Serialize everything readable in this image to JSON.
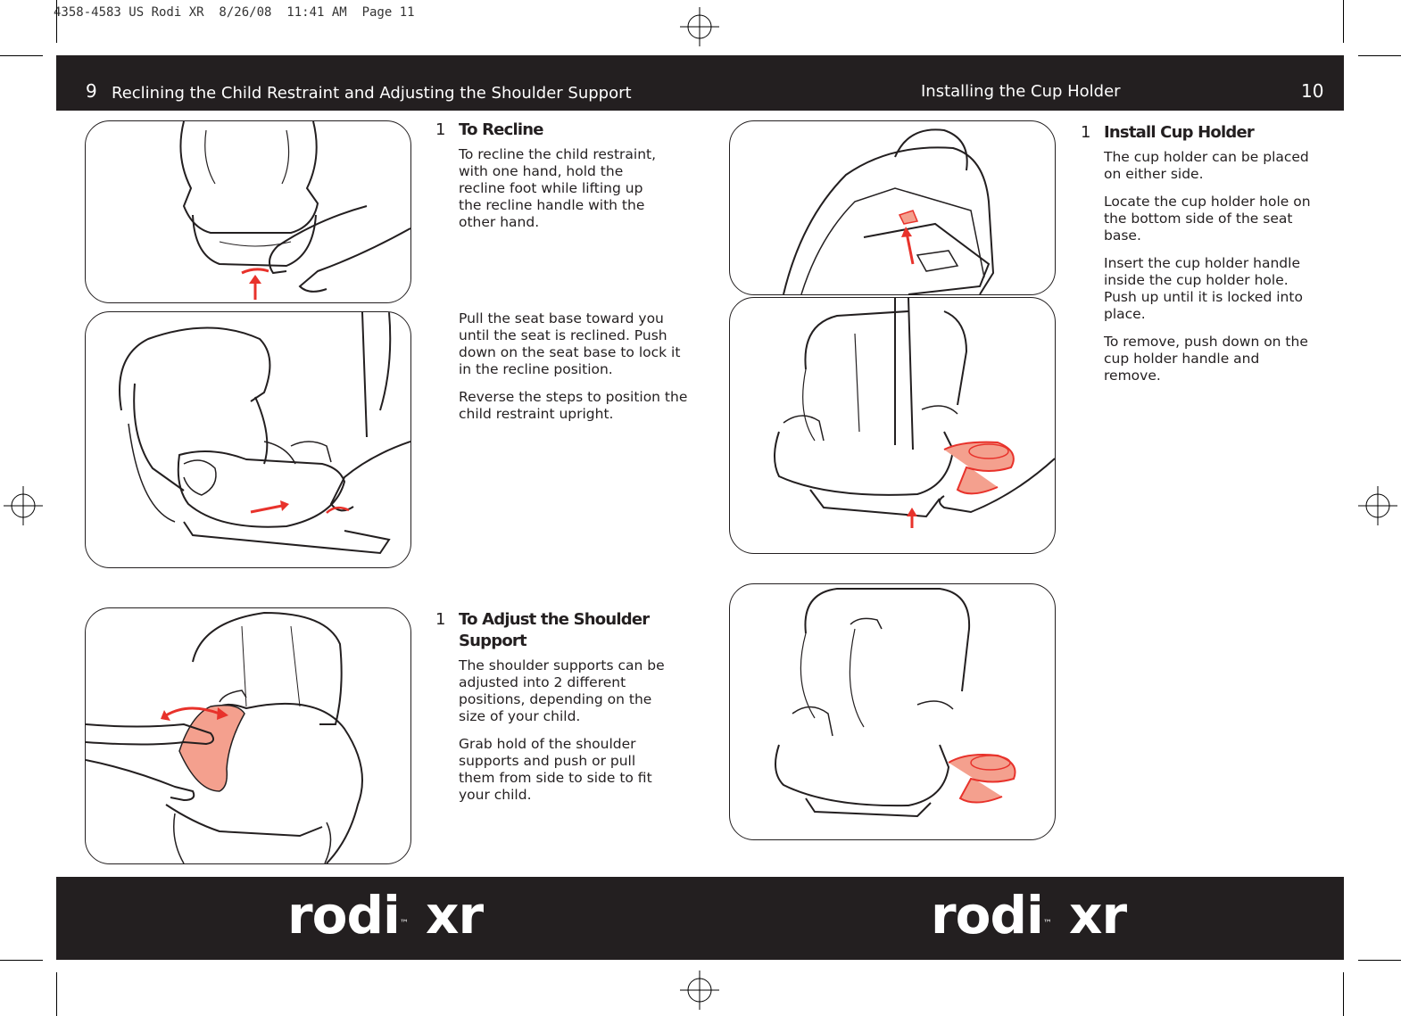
{
  "slug": "4358-4583 US Rodi XR  8/26/08  11:41 AM  Page 11",
  "left_page": {
    "number": "9",
    "header": "Reclining the Child Restraint and Adjusting the Shoulder Support",
    "recline": {
      "num": "1",
      "title": "To Recline",
      "p1": "To recline the child restraint, with one hand, hold the recline foot while lifting up the recline handle with the other hand.",
      "p2": "Pull the seat base toward you until the seat is reclined. Push down on the seat base to lock it in the recline position.",
      "p3": "Reverse the steps to position the child restraint upright."
    },
    "shoulder": {
      "num": "1",
      "title": "To Adjust the Shoulder Support",
      "p1": "The shoulder supports can be adjusted into 2 different positions, depending on the size of your child.",
      "p2": "Grab hold of the shoulder supports and push or pull them from side to side to fit your child."
    },
    "logo": "rodi",
    "logo_tm": "™",
    "logo_suffix": " xr"
  },
  "right_page": {
    "number": "10",
    "header": "Installing the Cup Holder",
    "cup": {
      "num": "1",
      "title": "Install Cup Holder",
      "p1": "The cup holder can be placed on either side.",
      "p2": "Locate the cup holder hole on the bottom side of the seat base.",
      "p3": "Insert the cup holder handle inside the cup holder hole. Push up until it is locked into place.",
      "p4": "To remove, push down on the cup holder handle and remove."
    },
    "logo": "rodi",
    "logo_tm": "™",
    "logo_suffix": " xr"
  },
  "colors": {
    "bar": "#231f20",
    "accent_red": "#e8322b",
    "highlight": "#f4a08e"
  }
}
